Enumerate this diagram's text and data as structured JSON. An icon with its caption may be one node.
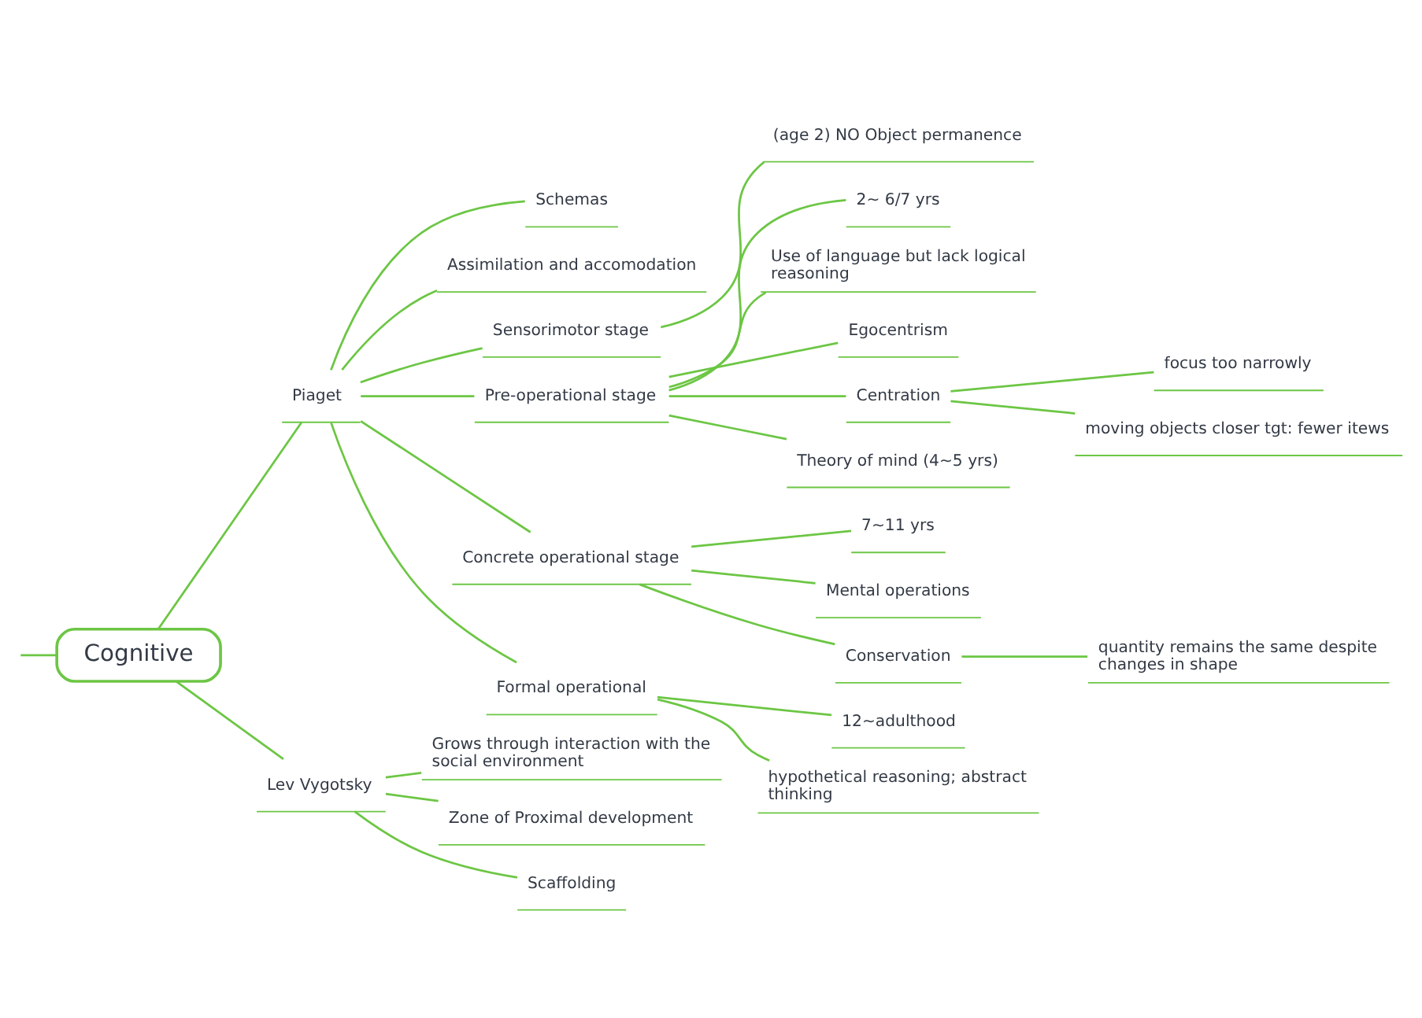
{
  "diagram": {
    "nodes": [
      {
        "text": [
          "Cognitive"
        ]
      },
      {
        "text": [
          "Piaget"
        ]
      },
      {
        "text": [
          "Schemas"
        ]
      },
      {
        "text": [
          "Assimilation and accomodation"
        ]
      },
      {
        "text": [
          "Sensorimotor stage"
        ]
      },
      {
        "text": [
          "(age 2) NO Object permanence"
        ]
      },
      {
        "text": [
          "Pre-operational stage"
        ]
      },
      {
        "text": [
          "2~ 6/7 yrs"
        ]
      },
      {
        "text": [
          "Use of language but lack logical reasoning"
        ]
      },
      {
        "text": [
          "Egocentrism"
        ]
      },
      {
        "text": [
          "Centration"
        ]
      },
      {
        "text": [
          "focus too narrowly"
        ]
      },
      {
        "text": [
          "moving objects closer tgt: fewer itews"
        ]
      },
      {
        "text": [
          "Theory of mind (4~5 yrs)"
        ]
      },
      {
        "text": [
          "Concrete operational stage"
        ]
      },
      {
        "text": [
          "7~11 yrs"
        ]
      },
      {
        "text": [
          "Mental operations"
        ]
      },
      {
        "text": [
          "Conservation"
        ]
      },
      {
        "text": [
          "quantity remains the same despite changes in shape"
        ]
      },
      {
        "text": [
          "Formal operational"
        ]
      },
      {
        "text": [
          "12~adulthood"
        ]
      },
      {
        "text": [
          "hypothetical reasoning; abstract thinking"
        ]
      },
      {
        "text": [
          "Lev Vygotsky"
        ]
      },
      {
        "text": [
          "Grows through interaction with the social environment"
        ]
      },
      {
        "text": [
          "Zone of Proximal development"
        ]
      },
      {
        "text": [
          "Scaffolding"
        ]
      }
    ],
    "edges": [
      {
        "from": null,
        "to": 0,
        "arrow": "none"
      },
      {
        "from": 0,
        "to": 1,
        "arrow": "none"
      },
      {
        "from": 1,
        "to": 2,
        "arrow": "none"
      },
      {
        "from": 1,
        "to": 3,
        "arrow": "none"
      },
      {
        "from": 1,
        "to": 4,
        "arrow": "none"
      },
      {
        "from": 4,
        "to": 5,
        "arrow": "none"
      },
      {
        "from": 1,
        "to": 6,
        "arrow": "none"
      },
      {
        "from": 6,
        "to": 7,
        "arrow": "none"
      },
      {
        "from": 6,
        "to": 8,
        "arrow": "none"
      },
      {
        "from": 6,
        "to": 9,
        "arrow": "none"
      },
      {
        "from": 6,
        "to": 10,
        "arrow": "none"
      },
      {
        "from": 10,
        "to": 11,
        "arrow": "none"
      },
      {
        "from": 10,
        "to": 12,
        "arrow": "none"
      },
      {
        "from": 6,
        "to": 13,
        "arrow": "none"
      },
      {
        "from": 1,
        "to": 14,
        "arrow": "none"
      },
      {
        "from": 14,
        "to": 15,
        "arrow": "none"
      },
      {
        "from": 14,
        "to": 16,
        "arrow": "none"
      },
      {
        "from": 14,
        "to": 17,
        "arrow": "none"
      },
      {
        "from": 17,
        "to": 18,
        "arrow": "none"
      },
      {
        "from": 1,
        "to": 19,
        "arrow": "none"
      },
      {
        "from": 19,
        "to": 20,
        "arrow": "none"
      },
      {
        "from": 19,
        "to": 21,
        "arrow": "none"
      },
      {
        "from": 0,
        "to": 22,
        "arrow": "none"
      },
      {
        "from": 22,
        "to": 23,
        "arrow": "none"
      },
      {
        "from": 22,
        "to": 24,
        "arrow": "none"
      },
      {
        "from": 22,
        "to": 25,
        "arrow": "none"
      }
    ]
  }
}
